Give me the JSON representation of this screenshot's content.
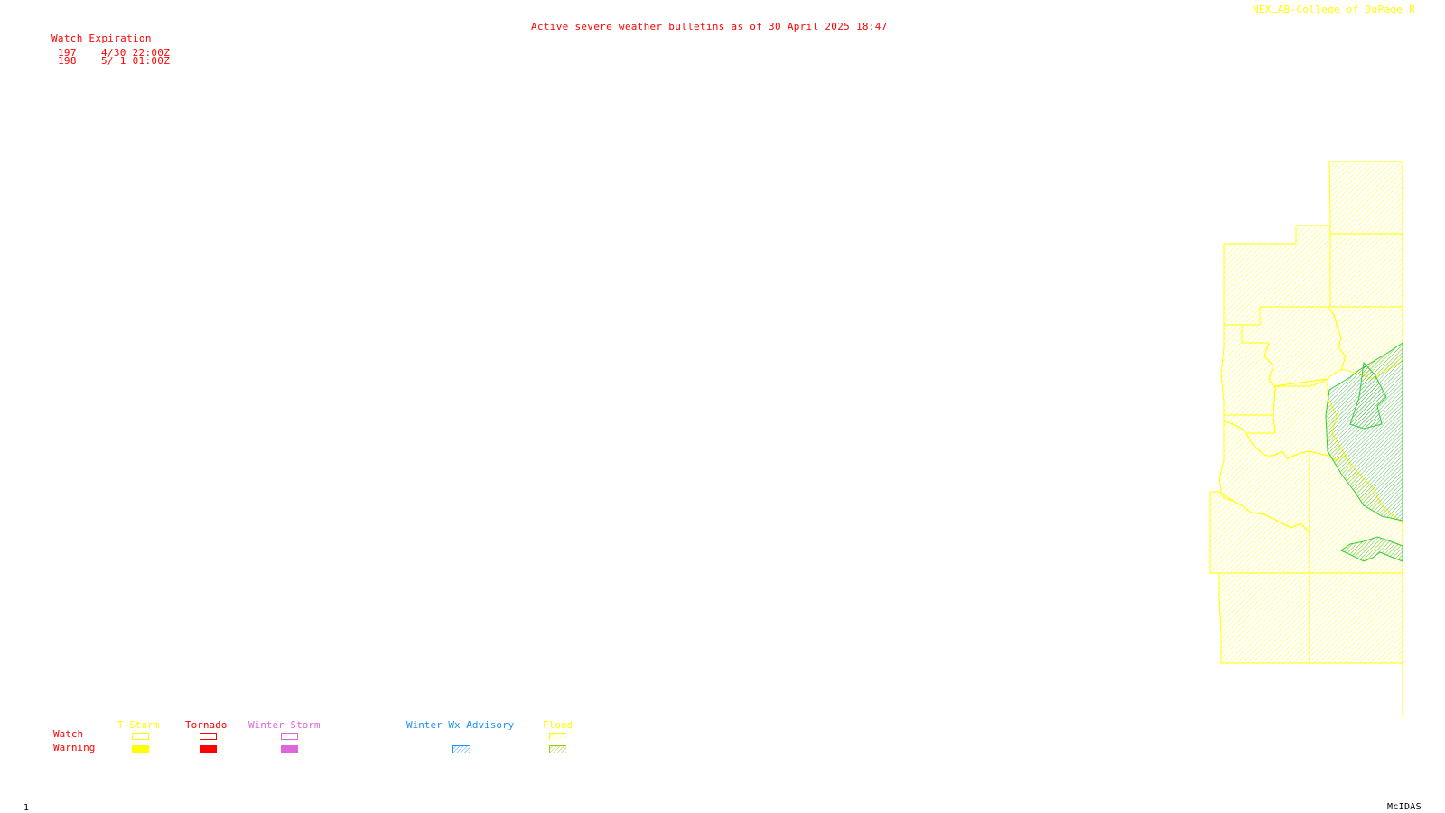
{
  "header": {
    "title": "Active severe weather bulletins as of 30 April 2025 18:47",
    "credit": "NEXLAB-College of DuPage R"
  },
  "watch_table": {
    "heading": "Watch Expiration",
    "rows": [
      {
        "id": "197",
        "expires": "4/30 22:00Z"
      },
      {
        "id": "198",
        "expires": "5/ 1 01:00Z"
      }
    ]
  },
  "legend": {
    "row_labels": {
      "watch": "Watch",
      "warning": "Warning"
    },
    "categories": [
      {
        "label": "T-Storm",
        "color": "#ffff00",
        "watch_style": "outline",
        "warning_style": "solid"
      },
      {
        "label": "Tornado",
        "color": "#ff0000",
        "watch_style": "outline",
        "warning_style": "solid"
      },
      {
        "label": "Winter Storm",
        "color": "#dd66dd",
        "watch_style": "outline",
        "warning_style": "solid"
      },
      {
        "label": "Winter Wx Advisory",
        "color": "#1e90ff",
        "watch_style": "none",
        "warning_style": "hatched"
      },
      {
        "label": "Flood",
        "color": "#ffff00",
        "watch_style": "hatched",
        "warning_style": "hatched-green"
      }
    ]
  },
  "colors": {
    "watch_area": "#ffff00",
    "flood_area": "#33cc33",
    "text": "#ff0000"
  },
  "footer": {
    "frame_number": "1",
    "software": "McIDAS"
  }
}
